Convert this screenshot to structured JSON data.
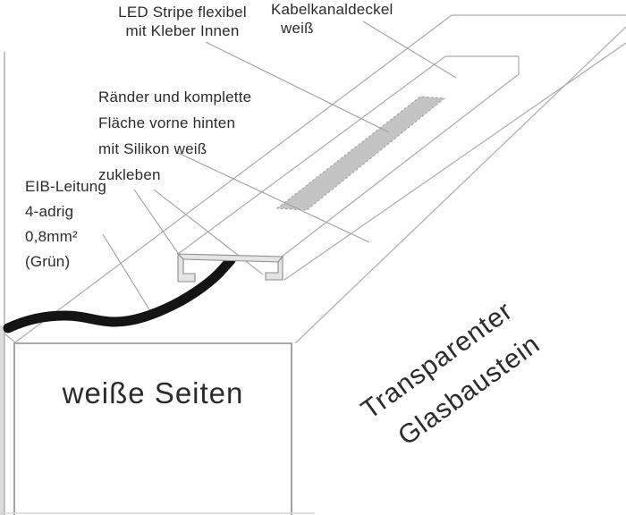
{
  "diagram": {
    "labels": {
      "led_strip": [
        "LED Stripe flexibel",
        "mit Kleber Innen"
      ],
      "cable_duct_cover": [
        "Kabelkanaldeckel",
        "weiß"
      ],
      "silicone_note": [
        "Ränder und komplette",
        "Fläche vorne hinten",
        "mit Silikon weiß",
        "zukleben"
      ],
      "eib_cable": [
        "EIB-Leitung",
        "4-adrig",
        "0,8mm²",
        "(Grün)"
      ],
      "front_face": "weiße Seiten",
      "glass_block": [
        "Transparenter",
        "Glasbaustein"
      ]
    },
    "colors": {
      "background": "#ffffff",
      "line": "#ababab",
      "dark_line": "#8d8d8d",
      "leader": "#9f9f9f",
      "text": "#2b2b2b",
      "led_strip_fill": "#c4c4c4",
      "cable": "#141414",
      "profile_fill": "#e4e4e4",
      "wall_fill": "#dcdcdc",
      "faint_line": "#d4d4d4"
    }
  }
}
